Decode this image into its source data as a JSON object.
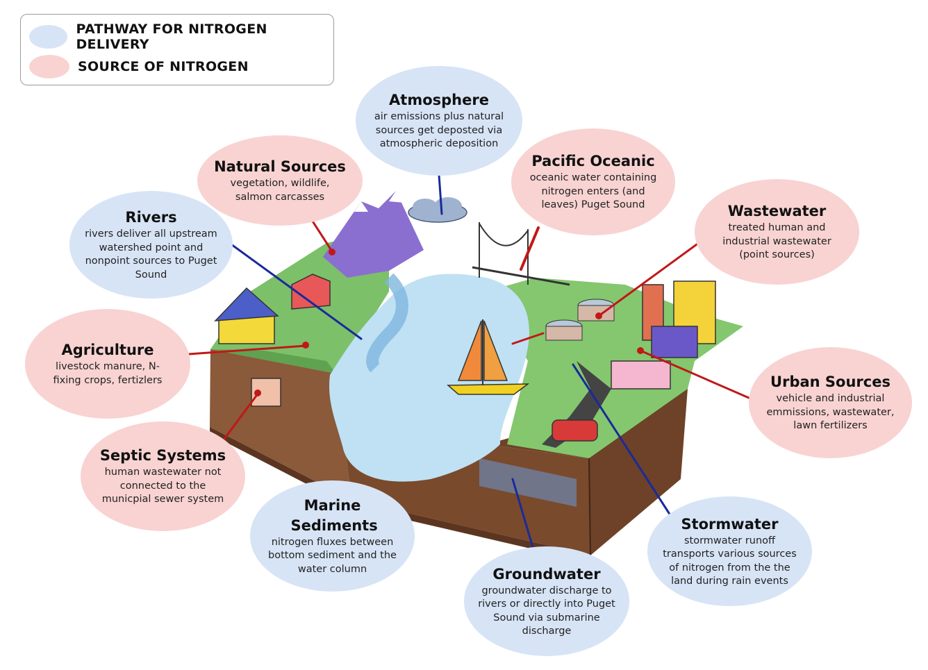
{
  "legend": {
    "pathway_label": "PATHWAY FOR NITROGEN DELIVERY",
    "source_label": "SOURCE OF NITROGEN",
    "pathway_color": "#d7e4f6",
    "source_color": "#f8d3d2"
  },
  "callouts": {
    "atmosphere": {
      "title": "Atmosphere",
      "desc": "air emissions plus natural sources get deposted via atmospheric deposition"
    },
    "natural_sources": {
      "title": "Natural Sources",
      "desc": "vegetation, wildlife, salmon carcasses"
    },
    "pacific_oceanic": {
      "title": "Pacific Oceanic",
      "desc": "oceanic water containing nitrogen enters (and leaves) Puget Sound"
    },
    "wastewater": {
      "title": "Wastewater",
      "desc": "treated human and industrial wastewater (point sources)"
    },
    "rivers": {
      "title": "Rivers",
      "desc": "rivers deliver all upstream watershed point and nonpoint sources to Puget Sound"
    },
    "agriculture": {
      "title": "Agriculture",
      "desc": "livestock manure, N-fixing crops, fertizlers"
    },
    "urban_sources": {
      "title": "Urban Sources",
      "desc": "vehicle and industrial emmissions, wastewater, lawn fertilizers"
    },
    "septic_systems": {
      "title": "Septic Systems",
      "desc": "human wastewater not connected to the municpial sewer system"
    },
    "marine_sediments": {
      "title": "Marine Sediments",
      "desc": "nitrogen fluxes between bottom sediment and the water column"
    },
    "stormwater": {
      "title": "Stormwater",
      "desc": "stormwater runoff transports various sources of nitrogen from the the land during rain events"
    },
    "groundwater": {
      "title": "Groundwater",
      "desc": "groundwater discharge to rivers or directly into Puget Sound via submarine discharge"
    }
  }
}
